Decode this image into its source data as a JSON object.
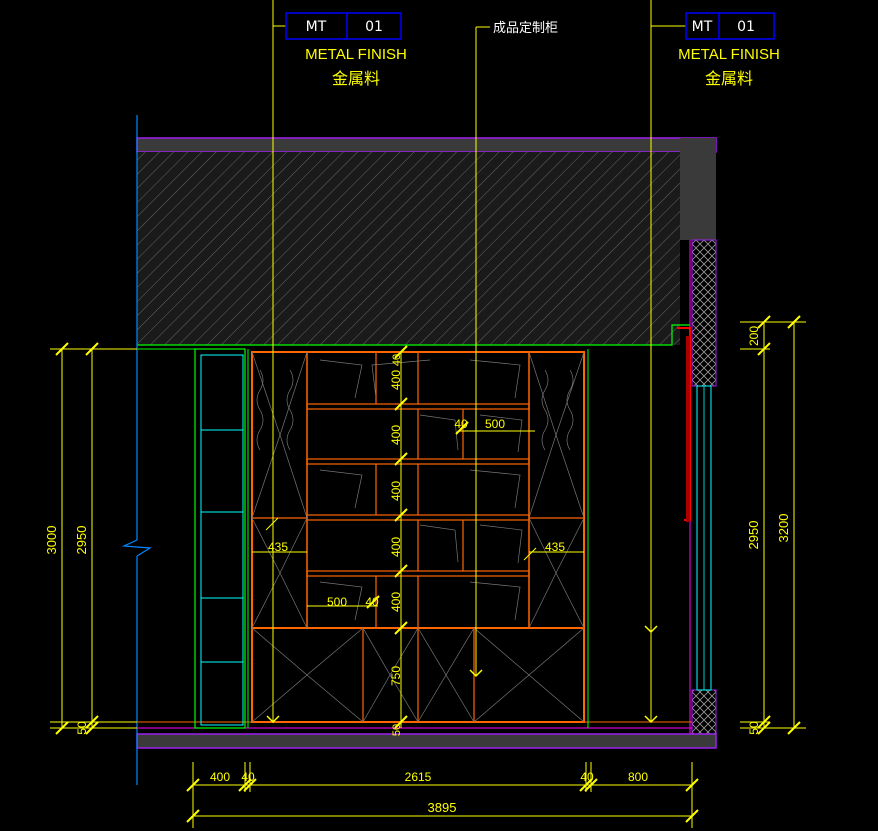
{
  "tags": [
    {
      "code": "MT",
      "number": "01",
      "label_en": "METAL FINISH",
      "label_cn": "金属料"
    },
    {
      "code": "MT",
      "number": "01",
      "label_en": "METAL FINISH",
      "label_cn": "金属料"
    }
  ],
  "center_note": "成品定制柜",
  "dims": {
    "left_outer": "3000",
    "left_inner": "2950",
    "left_bottom": "50",
    "right_top": "200",
    "right_inner": "2950",
    "right_outer": "3200",
    "right_bottom": "50",
    "bottom_segments": [
      "400",
      "40",
      "2615",
      "40",
      "800"
    ],
    "bottom_total": "3895",
    "shelf_heights": [
      "40",
      "400",
      "400",
      "400",
      "400",
      "400",
      "750",
      "50"
    ],
    "shelf_500_upper": "500",
    "shelf_40_upper": "40",
    "shelf_500_lower": "500",
    "shelf_40_lower": "40",
    "side_435_left": "435",
    "side_435_right": "435"
  },
  "colors": {
    "background": "#000000",
    "leader": "#ffff00",
    "dimension": "#ffff00",
    "wall": "#ff00ff",
    "cabinet": "#ff6600",
    "green": "#00ff00",
    "cyan": "#00ffff",
    "red": "#ff0000",
    "blue_frame": "#0000ff"
  }
}
